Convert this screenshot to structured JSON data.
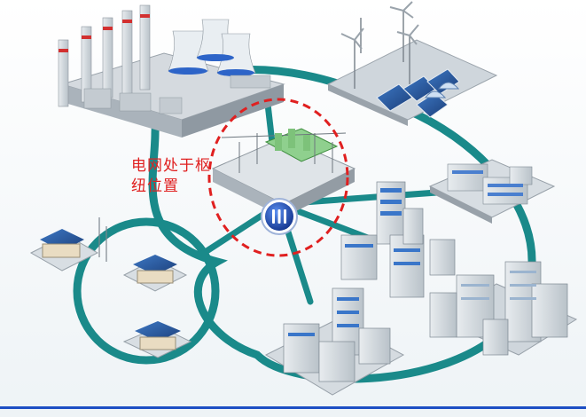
{
  "diagram": {
    "label_line1": "电网处于枢",
    "label_line2": "纽位置",
    "label_color": "#e02020",
    "ring_color": "#1a8a8a",
    "dash_color": "#e02020",
    "badge_color": "#1d4fc4",
    "nodes": [
      {
        "name": "power-plant",
        "icon": "power-plant-icon"
      },
      {
        "name": "wind-solar-farm",
        "icon": "wind-turbine-icon"
      },
      {
        "name": "industrial-plant",
        "icon": "factory-icon"
      },
      {
        "name": "city-district",
        "icon": "office-buildings-icon"
      },
      {
        "name": "office-towers",
        "icon": "office-buildings-icon"
      },
      {
        "name": "residential-houses",
        "icon": "house-icon"
      },
      {
        "name": "central-substation",
        "icon": "substation-icon"
      }
    ]
  }
}
